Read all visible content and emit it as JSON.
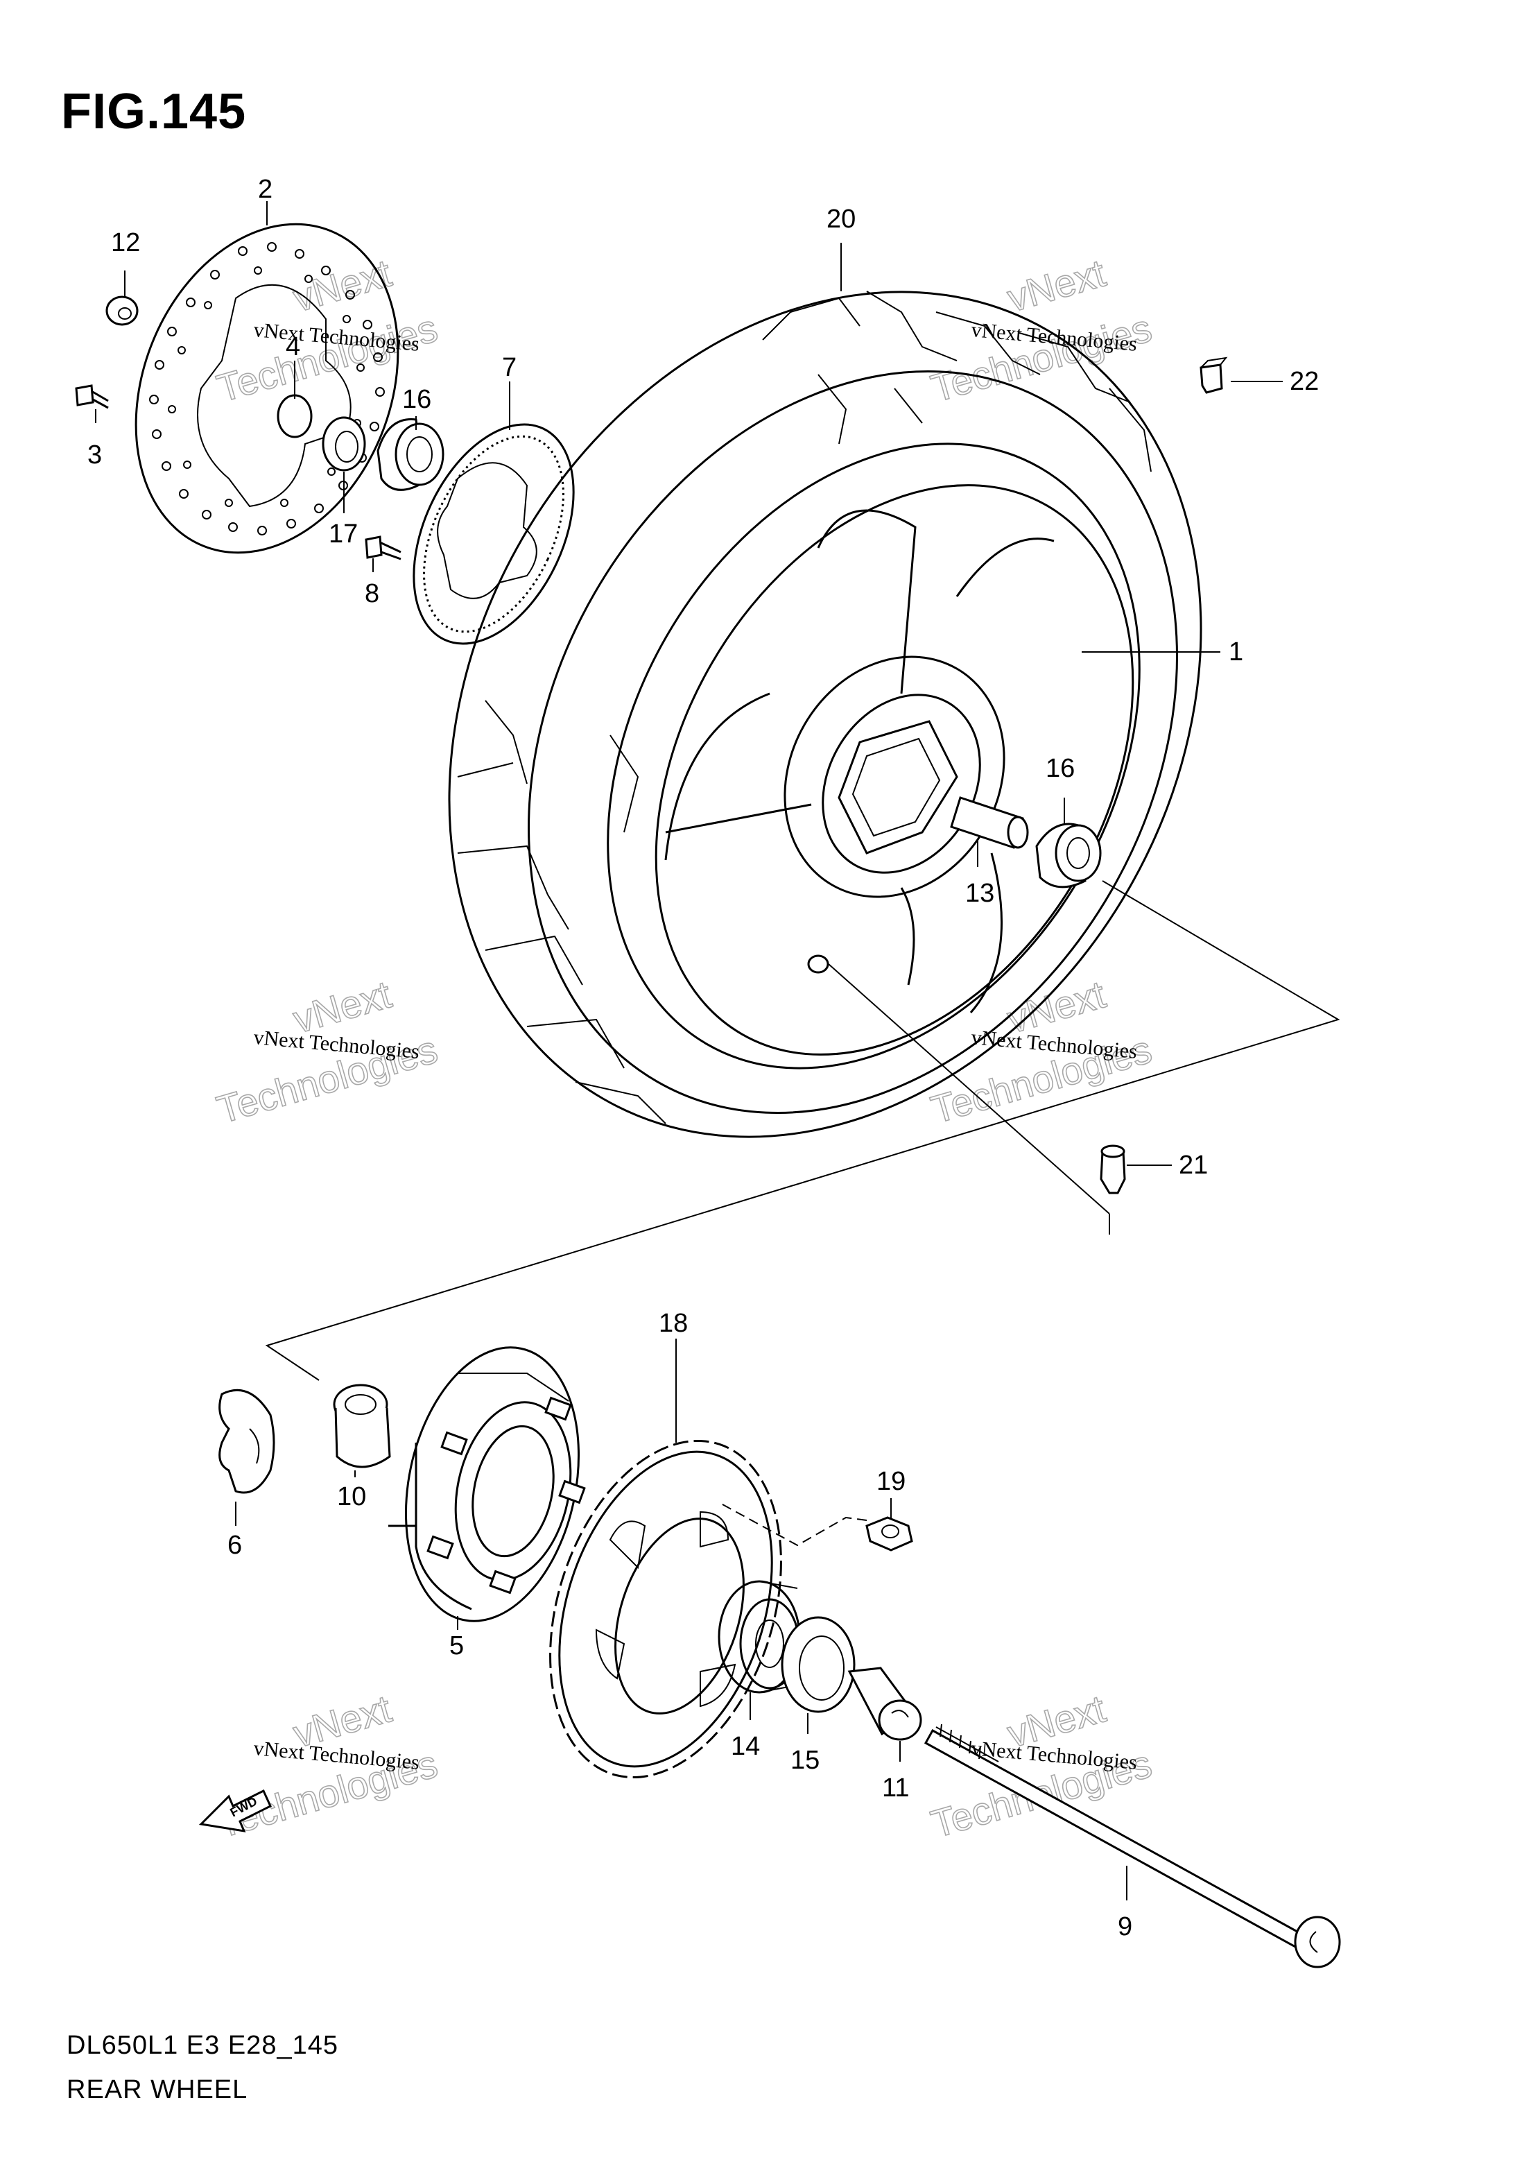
{
  "figure": {
    "title": "FIG.145",
    "footer_code": "DL650L1 E3 E28_145",
    "footer_name": "REAR WHEEL"
  },
  "watermark": {
    "line1": "vNext Technologies",
    "line2": "Technologies",
    "line3": "vNext"
  },
  "direction_arrow": {
    "label": "FWD"
  },
  "callouts": [
    {
      "id": "1",
      "text": "1"
    },
    {
      "id": "2",
      "text": "2"
    },
    {
      "id": "3",
      "text": "3"
    },
    {
      "id": "4",
      "text": "4"
    },
    {
      "id": "5",
      "text": "5"
    },
    {
      "id": "6",
      "text": "6"
    },
    {
      "id": "7",
      "text": "7"
    },
    {
      "id": "8",
      "text": "8"
    },
    {
      "id": "9",
      "text": "9"
    },
    {
      "id": "10",
      "text": "10"
    },
    {
      "id": "11",
      "text": "11"
    },
    {
      "id": "12",
      "text": "12"
    },
    {
      "id": "13",
      "text": "13"
    },
    {
      "id": "14",
      "text": "14"
    },
    {
      "id": "15",
      "text": "15"
    },
    {
      "id": "16a",
      "text": "16"
    },
    {
      "id": "16b",
      "text": "16"
    },
    {
      "id": "17",
      "text": "17"
    },
    {
      "id": "18",
      "text": "18"
    },
    {
      "id": "19",
      "text": "19"
    },
    {
      "id": "20",
      "text": "20"
    },
    {
      "id": "21",
      "text": "21"
    },
    {
      "id": "22",
      "text": "22"
    }
  ]
}
